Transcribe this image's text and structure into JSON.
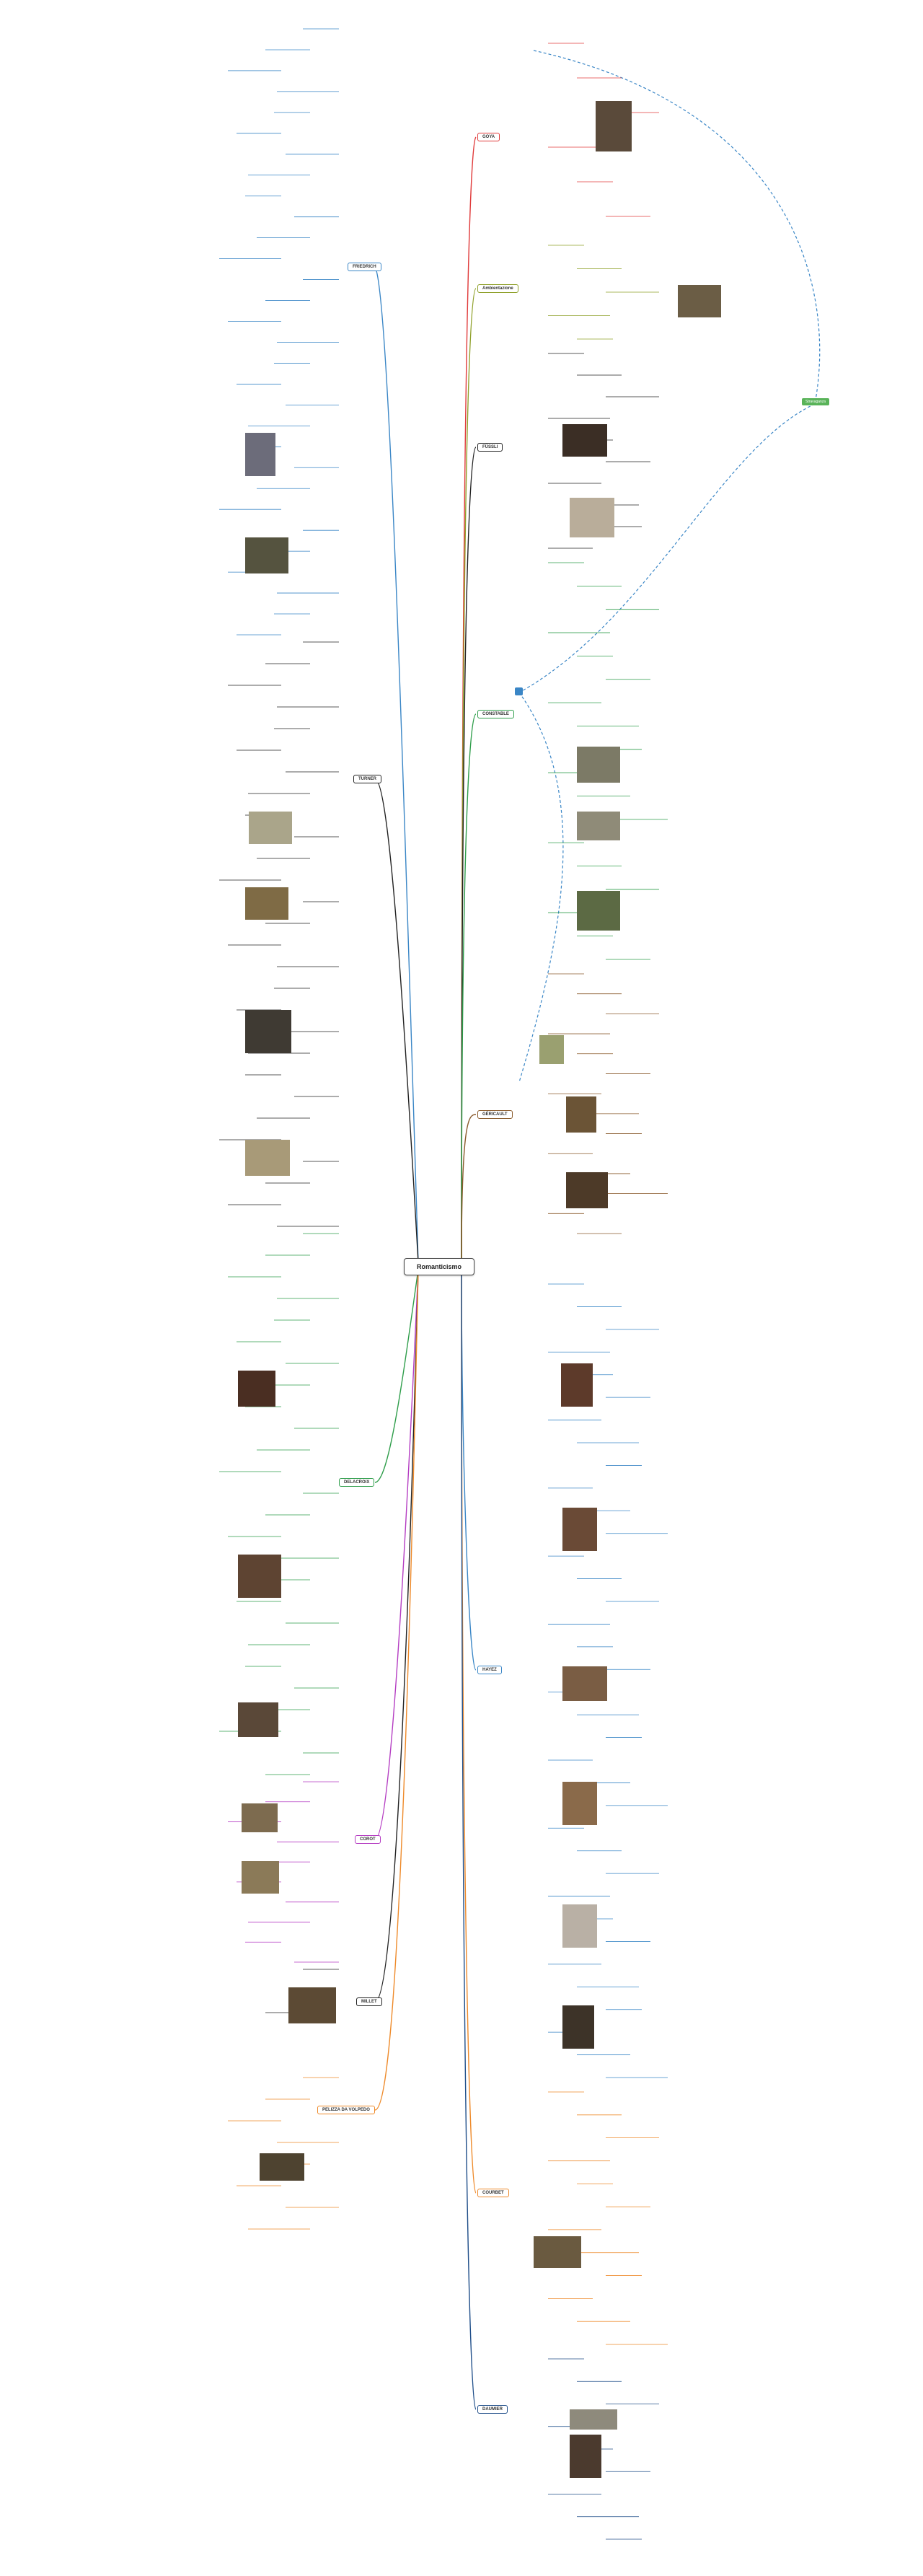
{
  "root": {
    "label": "Romanticismo"
  },
  "colors": {
    "red": "#e03b3b",
    "orange": "#ee8a2a",
    "blue": "#3a86c6",
    "green": "#2e9d4a",
    "purple": "#b43cc2",
    "olive": "#8fa02a",
    "black": "#222222",
    "brown": "#8a5a2b",
    "navy": "#1f4e89",
    "dashed": "#3a86c6",
    "tag_green": "#59b359"
  },
  "branches": [
    {
      "id": "goya",
      "label": "GOYA",
      "color": "red"
    },
    {
      "id": "ambientazione",
      "label": "Ambientazione",
      "color": "olive"
    },
    {
      "id": "fussli",
      "label": "FÜSSLI",
      "color": "black"
    },
    {
      "id": "constable",
      "label": "CONSTABLE",
      "color": "green"
    },
    {
      "id": "gericault",
      "label": "GÉRICAULT",
      "color": "brown"
    },
    {
      "id": "hayez",
      "label": "HAYEZ",
      "color": "blue"
    },
    {
      "id": "courbet",
      "label": "COURBET",
      "color": "orange"
    },
    {
      "id": "daumier",
      "label": "DAUMIER",
      "color": "navy"
    },
    {
      "id": "friedrich",
      "label": "FRIEDRICH",
      "color": "blue"
    },
    {
      "id": "turner",
      "label": "TURNER",
      "color": "black"
    },
    {
      "id": "delacroix",
      "label": "DELACROIX",
      "color": "green"
    },
    {
      "id": "corot",
      "label": "COROT",
      "color": "purple"
    },
    {
      "id": "millet",
      "label": "MILLET",
      "color": "black"
    },
    {
      "id": "pelizza",
      "label": "PELIZZA DA VOLPEDO",
      "color": "orange"
    }
  ],
  "tags": {
    "green_tag": "Stravaganza"
  },
  "illegible_note": "small leaf text not legible at screenshot resolution"
}
